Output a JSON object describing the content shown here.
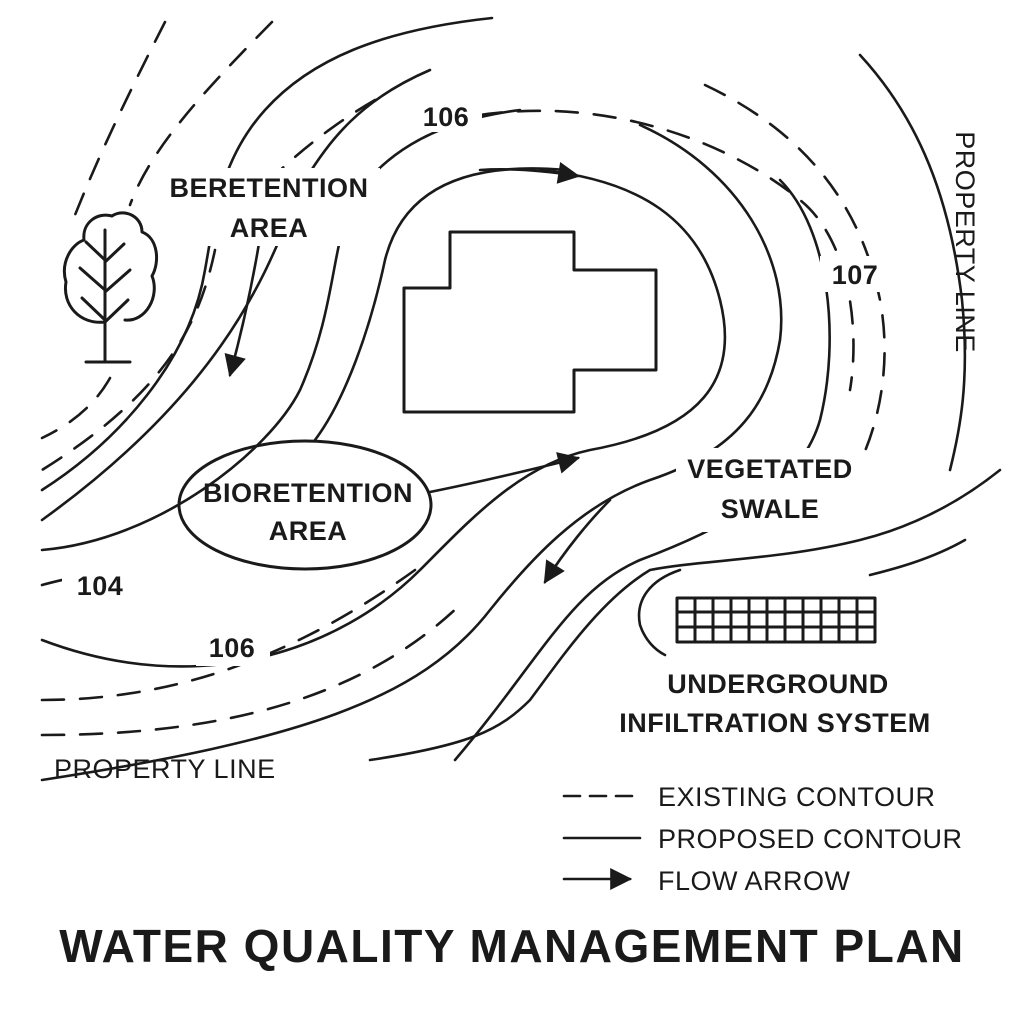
{
  "title": "WATER QUALITY MANAGEMENT PLAN",
  "labels": {
    "beretention_area_line1": "BERETENTION",
    "beretention_area_line2": "AREA",
    "bioretention_area_line1": "BIORETENTION",
    "bioretention_area_line2": "AREA",
    "vegetated_swale_line1": "VEGETATED",
    "vegetated_swale_line2": "SWALE",
    "underground_line1": "UNDERGROUND",
    "underground_line2": "INFILTRATION SYSTEM",
    "property_line_bottom": "PROPERTY LINE",
    "property_line_right": "PROPERTY LINE"
  },
  "contour_labels": {
    "top": "106",
    "right": "107",
    "left": "104",
    "bottom": "106"
  },
  "legend": {
    "existing": "EXISTING CONTOUR",
    "proposed": "PROPOSED CONTOUR",
    "flow": "FLOW ARROW"
  },
  "colors": {
    "ink": "#1a1a1a",
    "background": "#ffffff"
  }
}
